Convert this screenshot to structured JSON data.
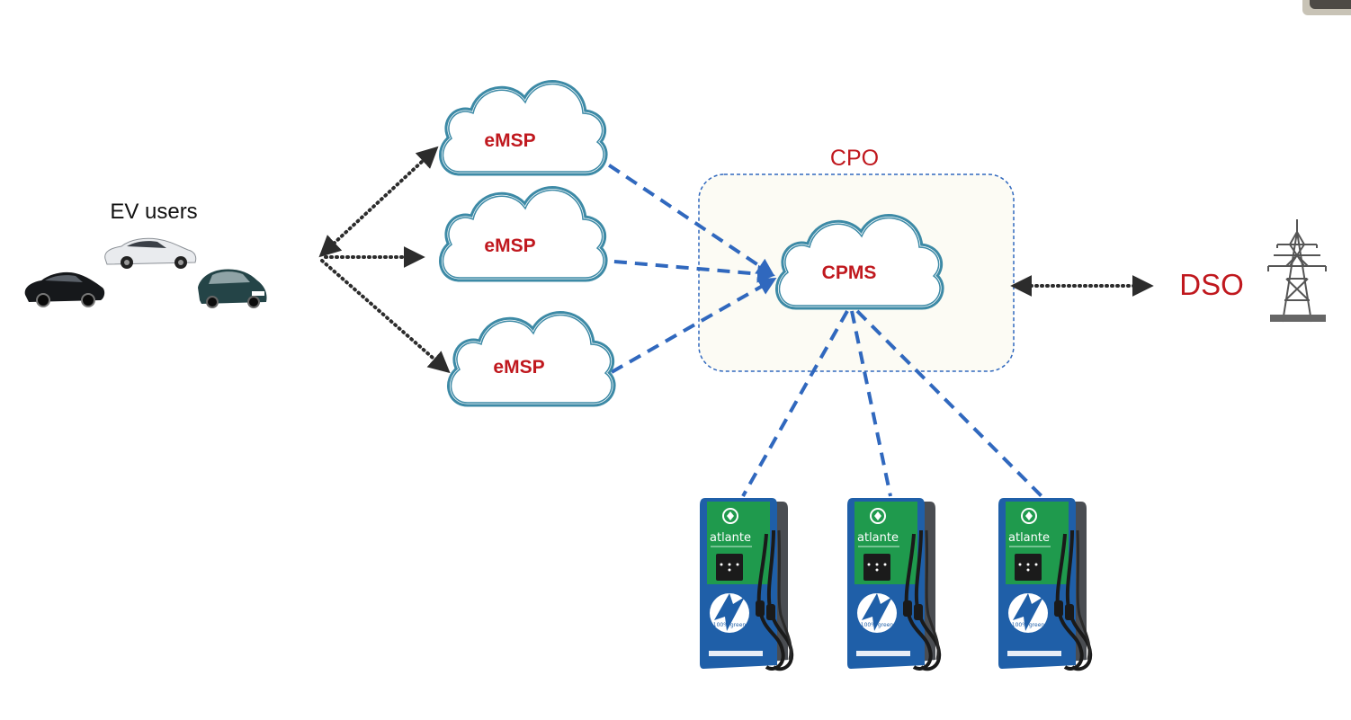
{
  "labels": {
    "ev_users": "EV users",
    "emsp_1": "eMSP",
    "emsp_2": "eMSP",
    "emsp_3": "eMSP",
    "cpo": "CPO",
    "cpms": "CPMS",
    "dso": "DSO"
  },
  "charger": {
    "brand": "atlante",
    "badge": "100% green"
  },
  "colors": {
    "label_red": "#c0181e",
    "cloud_stroke": "#3d8aa6",
    "dashed_link": "#3068be",
    "dotted_link": "#2c2c2c",
    "cpo_fill": "#fcfbf4",
    "cpo_border": "#3068be",
    "charger_green": "#1f9a4d",
    "charger_blue": "#1f5fa8"
  }
}
